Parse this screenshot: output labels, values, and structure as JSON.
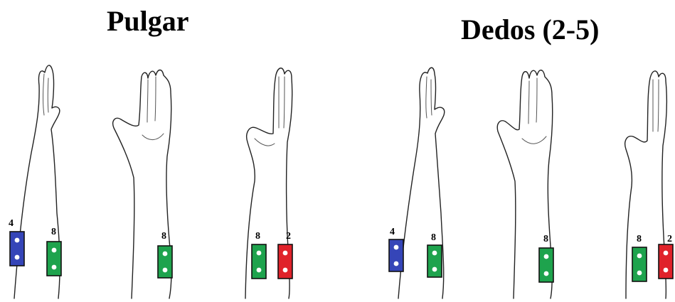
{
  "titles": {
    "left": "Pulgar",
    "right": "Dedos (2-5)"
  },
  "colors": {
    "blue": "#3545b8",
    "green": "#1ea34d",
    "red": "#e0222a",
    "border": "#111111",
    "dot": "#ffffff"
  },
  "figures": [
    {
      "group": "pulgar",
      "view": "lateral",
      "electrodes": [
        {
          "label": "4",
          "color": "blue"
        },
        {
          "label": "8",
          "color": "green"
        }
      ]
    },
    {
      "group": "pulgar",
      "view": "palmar",
      "electrodes": [
        {
          "label": "8",
          "color": "green"
        }
      ]
    },
    {
      "group": "pulgar",
      "view": "dorsal-lateral",
      "electrodes": [
        {
          "label": "8",
          "color": "green"
        },
        {
          "label": "2",
          "color": "red"
        }
      ]
    },
    {
      "group": "dedos",
      "view": "lateral",
      "electrodes": [
        {
          "label": "4",
          "color": "blue"
        },
        {
          "label": "8",
          "color": "green"
        }
      ]
    },
    {
      "group": "dedos",
      "view": "palmar",
      "electrodes": [
        {
          "label": "8",
          "color": "green"
        }
      ]
    },
    {
      "group": "dedos",
      "view": "dorsal-lateral",
      "electrodes": [
        {
          "label": "8",
          "color": "green"
        },
        {
          "label": "2",
          "color": "red"
        }
      ]
    }
  ]
}
